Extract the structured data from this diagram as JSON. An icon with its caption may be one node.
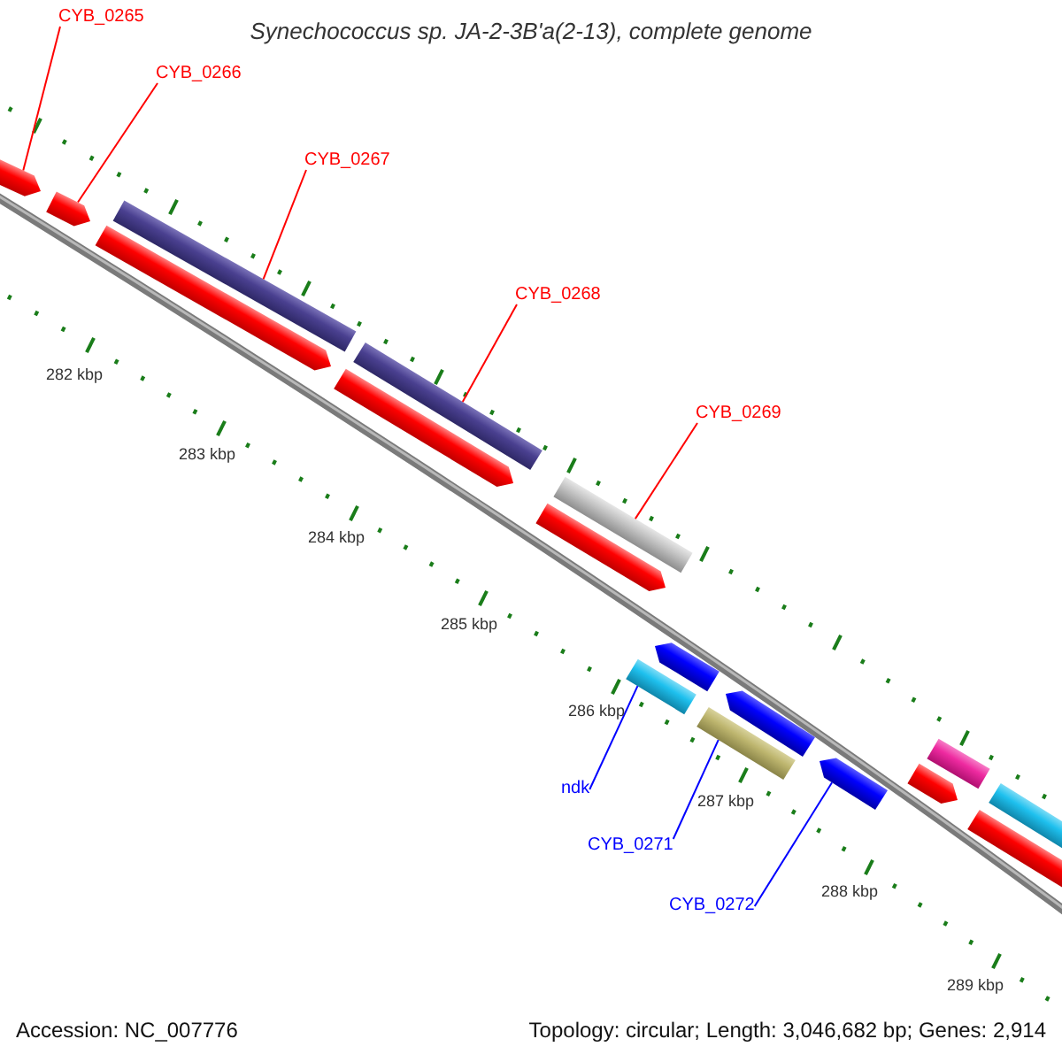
{
  "diagram": {
    "title": "Synechococcus sp. JA-2-3B'a(2-13), complete genome",
    "nodes": [
      {
        "text": [
          "CYB_0265"
        ]
      },
      {
        "text": [
          "CYB_0266"
        ]
      },
      {
        "text": [
          "CYB_0267"
        ]
      },
      {
        "text": [
          "CYB_0268"
        ]
      },
      {
        "text": [
          "CYB_0269"
        ]
      },
      {
        "text": [
          "ndk"
        ]
      },
      {
        "text": [
          "CYB_0271"
        ]
      },
      {
        "text": [
          "CYB_0272"
        ]
      },
      {
        "text": [],
        "shape": "pentagon"
      },
      {
        "text": [],
        "shape": "pentagon"
      },
      {
        "text": [],
        "shape": "pentagon"
      },
      {
        "text": [],
        "shape": "bar"
      },
      {
        "text": [],
        "shape": "pentagon"
      },
      {
        "text": [],
        "shape": "bar"
      },
      {
        "text": [],
        "shape": "pentagon"
      },
      {
        "text": [],
        "shape": "bar"
      },
      {
        "text": [],
        "shape": "bar"
      },
      {
        "text": [],
        "shape": "pentagon"
      },
      {
        "text": [],
        "shape": "bar"
      },
      {
        "text": [],
        "shape": "pentagon"
      },
      {
        "text": [],
        "shape": "pentagon"
      },
      {
        "text": [],
        "shape": "pentagon"
      },
      {
        "text": [],
        "shape": "bar"
      },
      {
        "text": [],
        "shape": "pentagon"
      },
      {
        "text": [],
        "shape": "bar"
      }
    ],
    "edges": [
      {
        "from": 0,
        "to": 8,
        "arrow": "none"
      },
      {
        "from": 1,
        "to": 9,
        "arrow": "none"
      },
      {
        "from": 2,
        "to": 11,
        "arrow": "none"
      },
      {
        "from": 3,
        "to": 13,
        "arrow": "none"
      },
      {
        "from": 4,
        "to": 15,
        "arrow": "none"
      },
      {
        "from": 5,
        "to": 16,
        "arrow": "none",
        "color": "#0000ff"
      },
      {
        "from": 6,
        "to": 18,
        "arrow": "none",
        "color": "#0000ff"
      },
      {
        "from": 7,
        "to": 20,
        "arrow": "none",
        "color": "#0000ff"
      }
    ],
    "labels": [
      "282 kbp",
      "283 kbp",
      "284 kbp",
      "285 kbp",
      "286 kbp",
      "287 kbp",
      "288 kbp",
      "289 kbp",
      "Accession: NC_007776",
      "Topology: circular; Length: 3,046,682 bp; Genes: 2,914"
    ]
  }
}
